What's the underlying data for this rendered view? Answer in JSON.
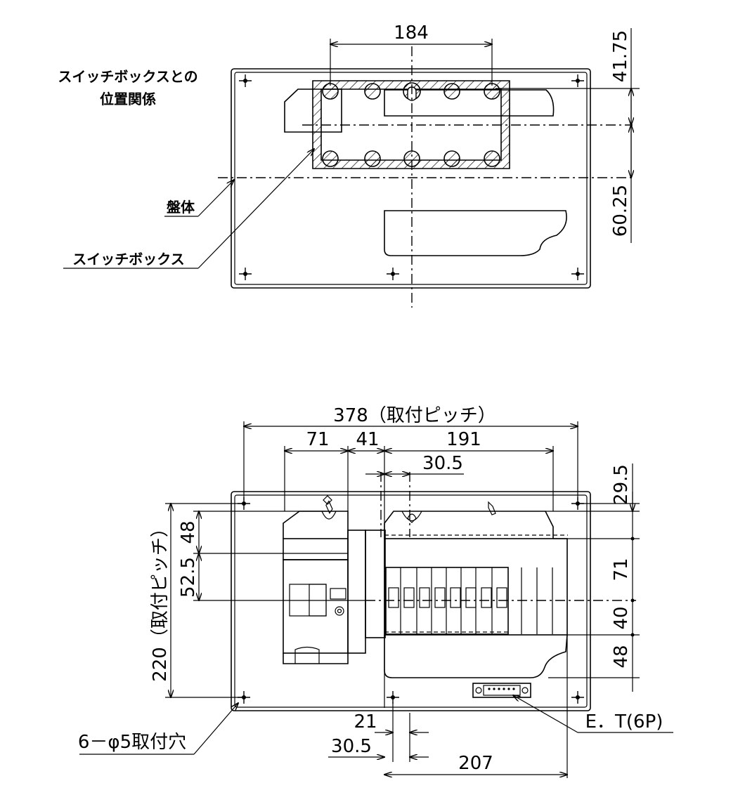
{
  "top_view": {
    "caption_line1": "スイッチボックスとの",
    "caption_line2": "位置関係",
    "label_panel": "盤体",
    "label_switchbox": "スイッチボックス",
    "dim_width": "184",
    "dim_top": "41.75",
    "dim_bottom": "60.25"
  },
  "front_view": {
    "dim_pitch_h": "378（取付ピッチ）",
    "dim_71_top": "71",
    "dim_41": "41",
    "dim_191": "191",
    "dim_30_5_top": "30.5",
    "dim_pitch_v": "220（取付ピッチ）",
    "dim_48_left": "48",
    "dim_52_5": "52.5",
    "dim_29_5": "29.5",
    "dim_71_right": "71",
    "dim_40": "40",
    "dim_48_right": "48",
    "dim_21": "21",
    "dim_30_5_bottom": "30.5",
    "dim_207": "207",
    "label_holes": "6－φ5取付穴",
    "label_terminal": "E．T(6P)"
  }
}
